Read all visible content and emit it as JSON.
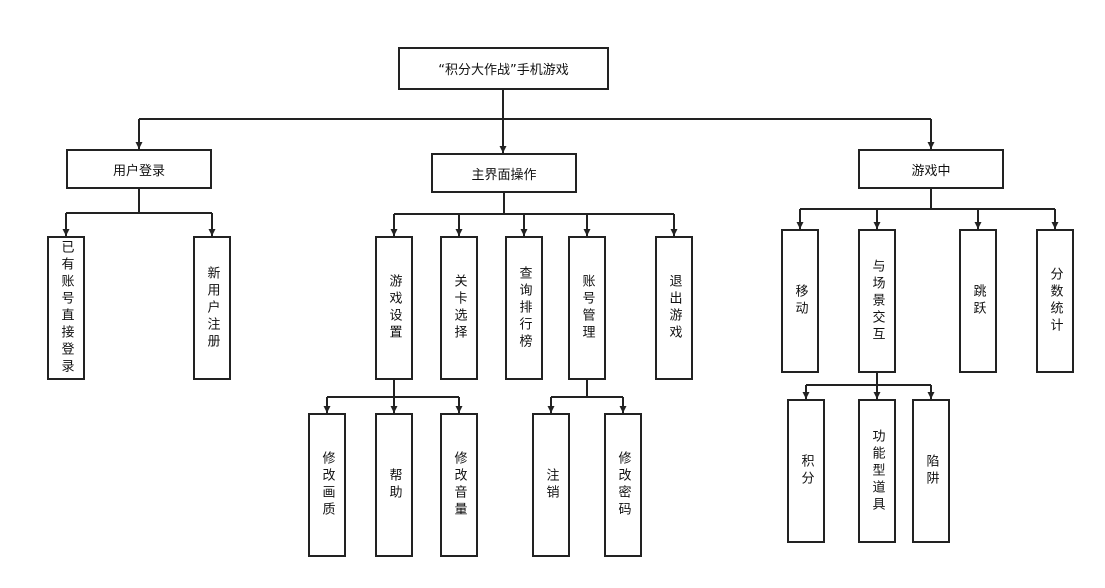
{
  "root": "“积分大作战”手机游戏",
  "groups": {
    "user_login": "用户登录",
    "main_ui": "主界面操作",
    "in_game": "游戏中"
  },
  "user_login_items": {
    "existing": "已有账号直接登录",
    "register": "新用户注册"
  },
  "main_ui_items": {
    "settings": "游戏设置",
    "level": "关卡选择",
    "ranking": "查询排行榜",
    "account": "账号管理",
    "exit": "退出游戏"
  },
  "settings_items": {
    "quality": "修改画质",
    "help": "帮助",
    "volume": "修改音量"
  },
  "account_items": {
    "logout": "注销",
    "password": "修改密码"
  },
  "in_game_items": {
    "move": "移动",
    "interact": "与场景交互",
    "jump": "跳跃",
    "stats": "分数统计"
  },
  "interact_items": {
    "points": "积分",
    "props": "功能型道具",
    "trap": "陷阱"
  }
}
